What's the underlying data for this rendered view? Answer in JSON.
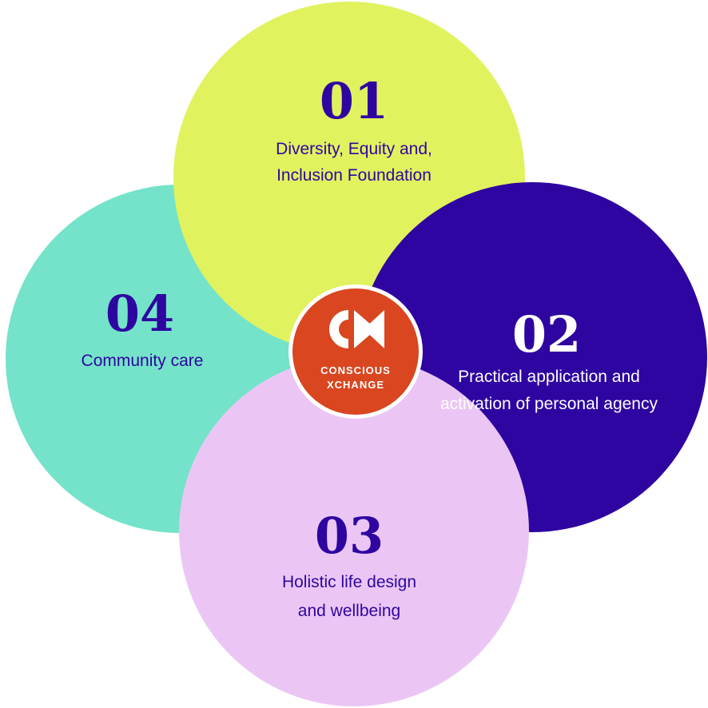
{
  "colors": {
    "circle_01": "#e1f25f",
    "circle_02": "#2e05a1",
    "circle_03": "#ebc6f5",
    "circle_04": "#74e3c9",
    "text_dark": "#2e05a1",
    "text_light": "#ffffff",
    "logo_fill": "#d9461f",
    "logo_ring": "#ffffff"
  },
  "pillars": [
    {
      "number": "01",
      "lines": [
        "Diversity, Equity and,",
        "Inclusion Foundation"
      ]
    },
    {
      "number": "02",
      "lines": [
        "Practical application and",
        "activation of personal agency"
      ]
    },
    {
      "number": "03",
      "lines": [
        "Holistic life design",
        "and wellbeing"
      ]
    },
    {
      "number": "04",
      "lines": [
        "Community care"
      ]
    }
  ],
  "logo": {
    "icon": "cx-monogram-icon",
    "line1": "CONSCIOUS",
    "line2": "XCHANGE"
  }
}
